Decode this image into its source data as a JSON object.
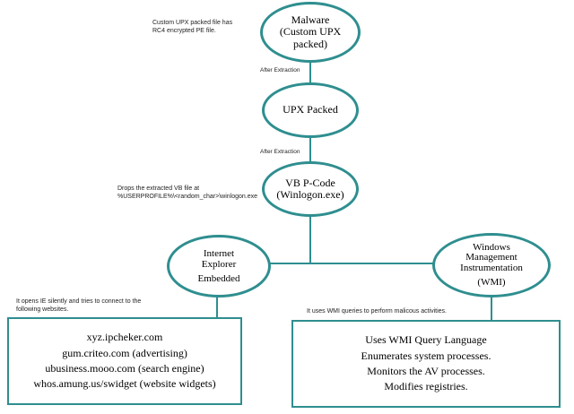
{
  "nodes": {
    "malware": [
      "Malware",
      "(Custom  UPX",
      "packed)"
    ],
    "upx": "UPX Packed",
    "vb": [
      "VB P-Code",
      "(Winlogon.exe)"
    ],
    "ie": [
      "Internet",
      "Explorer",
      "Embedded"
    ],
    "wmi": [
      "Windows",
      "Management",
      "Instrumentation",
      "(WMI)"
    ]
  },
  "edges": {
    "malware_to_upx": "After Extraction",
    "upx_to_vb": "After Extraction"
  },
  "notes": {
    "malware": [
      "Custom UPX packed file has",
      "RC4 encrypted PE file."
    ],
    "vb": [
      "Drops the extracted VB file at",
      "%USERPROFILE%\\<random_char>\\winlogon.exe"
    ],
    "ie": [
      "It opens IE silently and tries to connect to the",
      "following websites."
    ],
    "wmi": "It uses WMI queries to perform malicous activities."
  },
  "boxes": {
    "websites": [
      "xyz.ipcheker.com",
      "gum.criteo.com (advertising)",
      "ubusiness.mooo.com (search engine)",
      "whos.amung.us/swidget (website widgets)"
    ],
    "wmi_actions": [
      "Uses WMI Query Language",
      "Enumerates system processes.",
      "Monitors the AV processes.",
      "Modifies registries."
    ]
  },
  "colors": {
    "border": "#2f8e8f",
    "line": "#2f8e8f"
  }
}
